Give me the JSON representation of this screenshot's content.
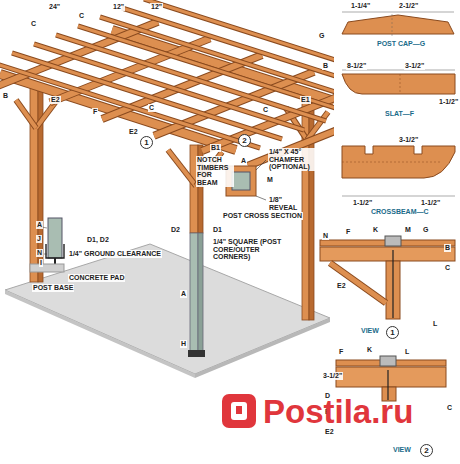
{
  "diagram": {
    "nodes": [
      {
        "text": [
          "1"
        ]
      },
      {
        "text": [
          "2"
        ]
      },
      {
        "text": [
          "1"
        ]
      },
      {
        "text": [
          "2"
        ]
      }
    ],
    "labels": [
      "B",
      "E2",
      "F",
      "C",
      "E2",
      "C",
      "E1",
      "C",
      "C",
      "G",
      "B",
      "24\"",
      "12\"",
      "12\"",
      "B1",
      "NOTCH TIMBERS FOR BEAM",
      "1/4\" X 45° CHAMFER (OPTIONAL)",
      "A",
      "M",
      "1/8\" REVEAL",
      "POST CROSS SECTION",
      "D2",
      "D1",
      "1/4\" SQUARE (POST CORE/OUTER CORNERS)",
      "A",
      "H",
      "A",
      "J",
      "D1, D2",
      "N",
      "I",
      "1/4\" GROUND CLEARANCE",
      "CONCRETE PAD",
      "POST BASE",
      "1-1/4\"",
      "2-1/2\"",
      "POST CAP—G",
      "8-1/2\"",
      "3-1/2\"",
      "1-1/2\"",
      "SLAT—F",
      "3-1/2\"",
      "1-1/2\"",
      "1-1/2\"",
      "CROSSBEAM—C",
      "N",
      "F",
      "K",
      "M",
      "G",
      "B",
      "E2",
      "C",
      "L",
      "VIEW",
      "F",
      "K",
      "L",
      "3-1/2\"",
      "D",
      "B",
      "E2",
      "C",
      "VIEW",
      "Postila.ru"
    ]
  }
}
